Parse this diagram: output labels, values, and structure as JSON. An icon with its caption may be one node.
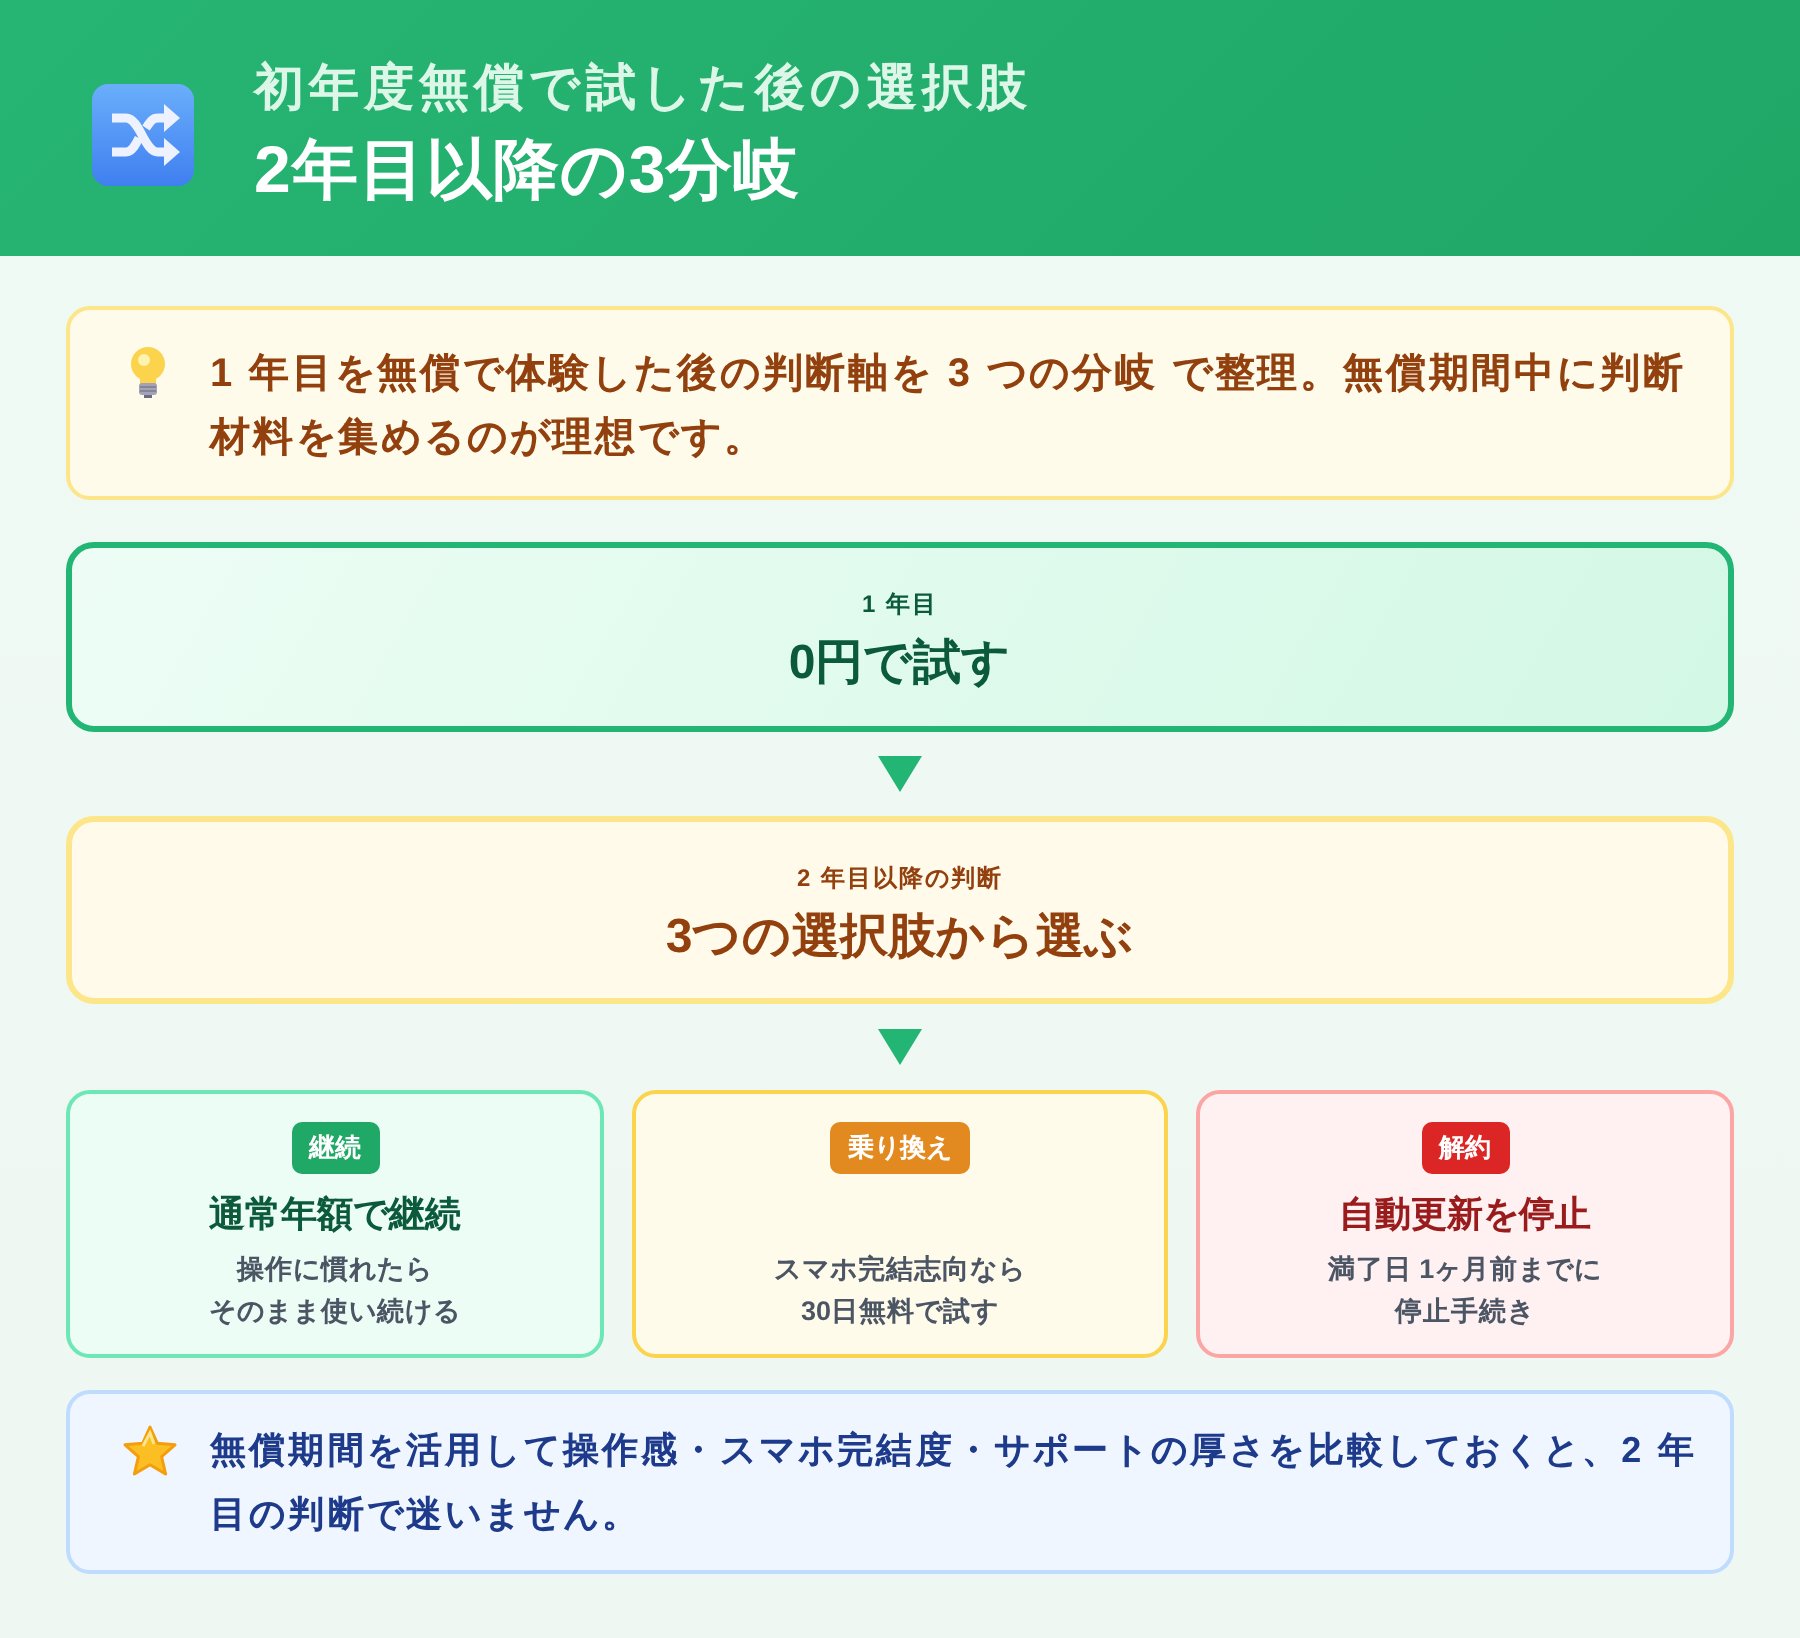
{
  "diagram": {
    "title": "2年目以降の3分岐",
    "nodes": [
      {
        "text": [
          "1 年目を無償で体験した後の判断軸を **3 つの分岐** で整理。無償期間中に判断材料を集めるのが理想です。"
        ]
      },
      {
        "text": [
          "1 年目",
          "0円で試す"
        ]
      },
      {
        "text": [
          "2 年目以降の判断",
          "3つの選択肢から選ぶ"
        ]
      },
      {
        "text": [
          "通常年額で継続",
          "操作に慣れたらそのまま使い続ける"
        ]
      },
      {
        "text": [
          "継続"
        ],
        "in": 3
      },
      {
        "text": [
          "スマホ完結志向なら30日無料で試す"
        ]
      },
      {
        "text": [
          "乗り換え"
        ],
        "in": 5
      },
      {
        "text": [
          "自動更新を停止",
          "満了日 1ヶ月前までに停止手続き"
        ]
      },
      {
        "text": [
          "解約"
        ],
        "in": 7
      },
      {
        "text": [
          "無償期間を活用して操作感・スマホ完結度・サポートの厚さを比較しておくと、2 年目の判断で迷いません。"
        ]
      }
    ],
    "edges": [
      {
        "from": 1,
        "to": 2,
        "arrow": "to"
      },
      {
        "from": 2,
        "to": 5,
        "arrow": "to"
      }
    ],
    "labels": [
      "初年度無償で試した後の選択肢"
    ]
  }
}
